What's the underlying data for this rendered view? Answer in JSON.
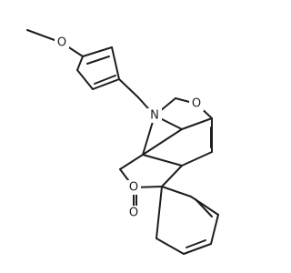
{
  "molecule": {
    "atom_labels": {
      "methoxy_oxygen": "O",
      "amine_nitrogen": "N",
      "ring_oxygen": "O",
      "lactone_oxygen": "O",
      "carbonyl_oxygen": "O"
    },
    "colors": {
      "bond": "#1e1e1e",
      "background": "#ffffff"
    }
  }
}
